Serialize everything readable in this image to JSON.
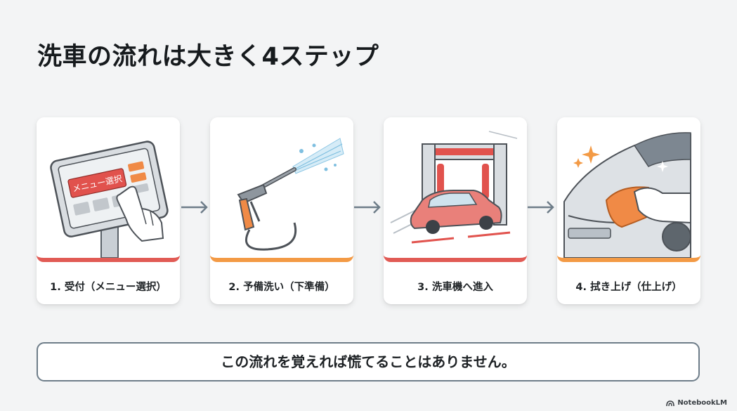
{
  "title": "洗車の流れは大きく4ステップ",
  "steps": [
    {
      "label": "1. 受付（メニュー選択）",
      "screen_text": "メニュー選択",
      "accent": "#e15b55",
      "icon": "touchscreen-kiosk-icon"
    },
    {
      "label": "2. 予備洗い（下準備）",
      "accent": "#f39a45",
      "icon": "pressure-washer-gun-icon"
    },
    {
      "label": "3. 洗車機へ進入",
      "accent": "#e15b55",
      "icon": "car-wash-machine-icon"
    },
    {
      "label": "4. 拭き上げ（仕上げ）",
      "accent": "#f39a45",
      "icon": "towel-wipe-car-icon"
    }
  ],
  "note": "この流れを覚えれば慌てることはありません。",
  "brand": "NotebookLM",
  "colors": {
    "background": "#f3f4f5",
    "card": "#ffffff",
    "red_accent": "#e15b55",
    "orange_accent": "#f39a45",
    "arrow": "#6e7d89",
    "note_border": "#6e7d89"
  }
}
